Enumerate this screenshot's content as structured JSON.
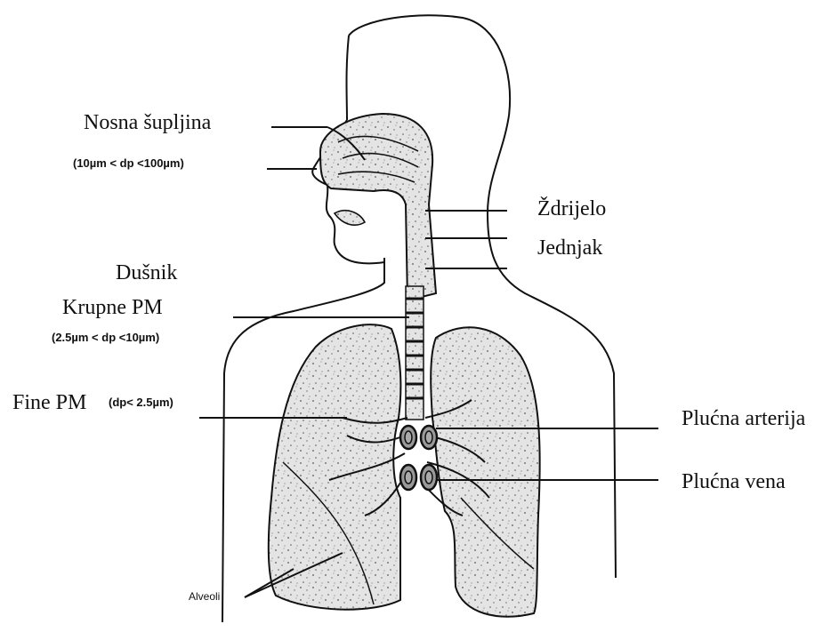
{
  "labels": {
    "nasal_cavity": "Nosna šupljina",
    "nasal_range": "(10µm < dp <100µm)",
    "pharynx": "Ždrijelo",
    "esophagus": "Jednjak",
    "trachea": "Dušnik",
    "coarse_pm": "Krupne PM",
    "coarse_range": "(2.5µm < dp <10µm)",
    "fine_pm": "Fine PM",
    "fine_range": "(dp< 2.5µm)",
    "pulmonary_artery": "Plućna arterija",
    "pulmonary_vein": "Plućna vena",
    "alveoli": "Alveoli"
  },
  "colors": {
    "outline": "#111111",
    "stipple_fill": "#e3e3e3",
    "background": "#ffffff"
  }
}
